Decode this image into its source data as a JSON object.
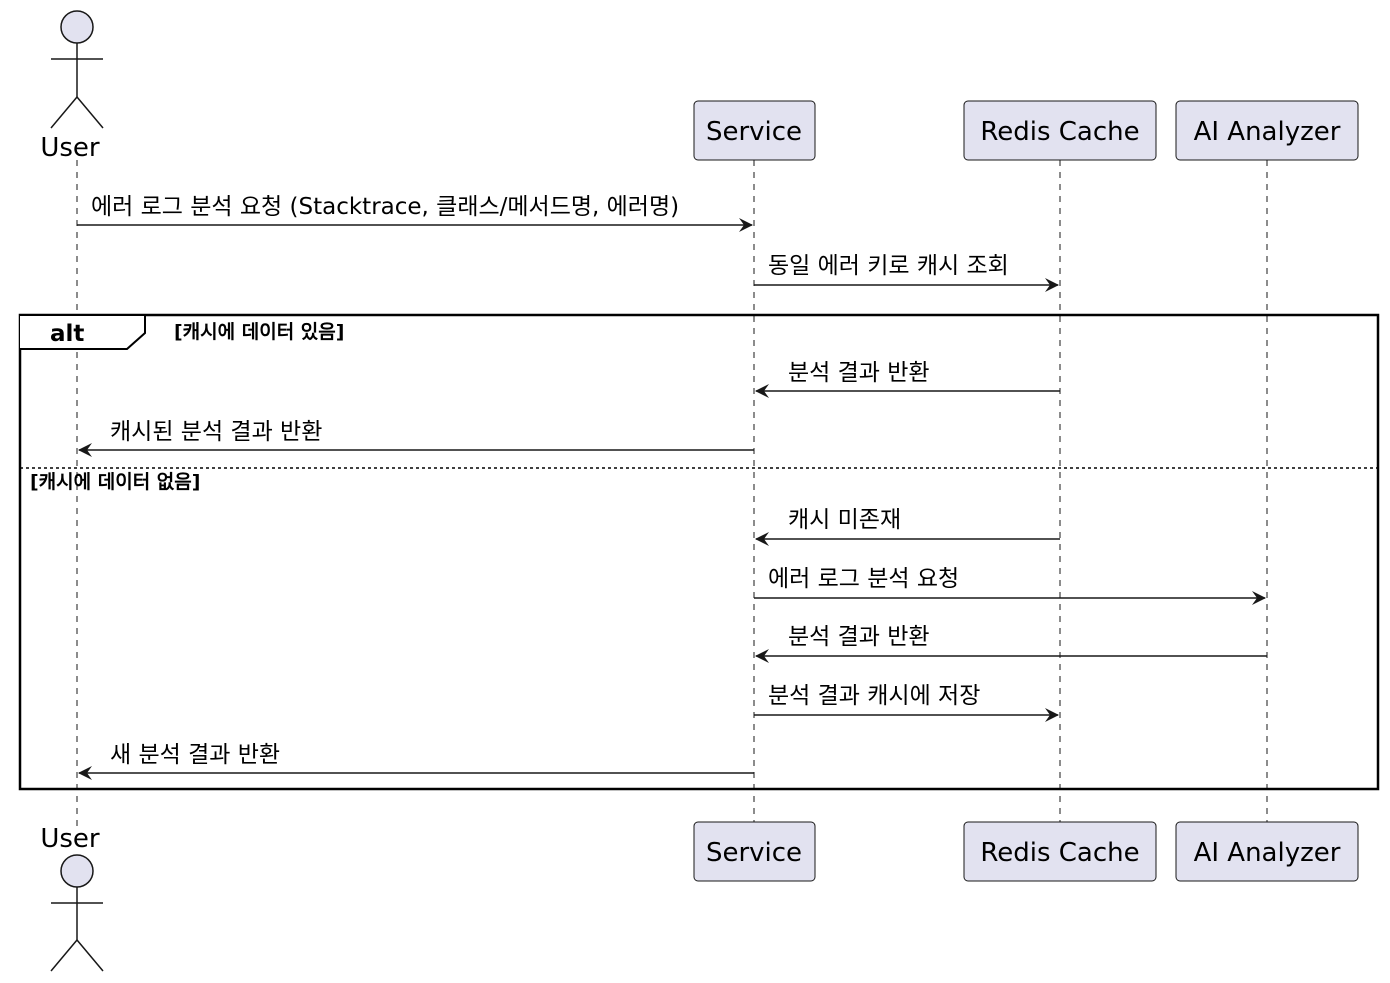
{
  "participants": {
    "user": "User",
    "service": "Service",
    "redis": "Redis Cache",
    "ai": "AI Analyzer"
  },
  "messages": [
    "에러 로그 분석 요청 (Stacktrace, 클래스/메서드명, 에러명)",
    "동일 에러 키로 캐시 조회",
    "분석 결과 반환",
    "캐시된 분석 결과 반환",
    "캐시 미존재",
    "에러 로그 분석 요청",
    "분석 결과 반환",
    "분석 결과 캐시에 저장",
    "새 분석 결과 반환"
  ],
  "alt": {
    "keyword": "alt",
    "guard_1": "[캐시에 데이터 있음]",
    "guard_2": "[캐시에 데이터 없음]"
  },
  "colors": {
    "participant_fill": "#e2e2f0",
    "line": "#181818"
  }
}
